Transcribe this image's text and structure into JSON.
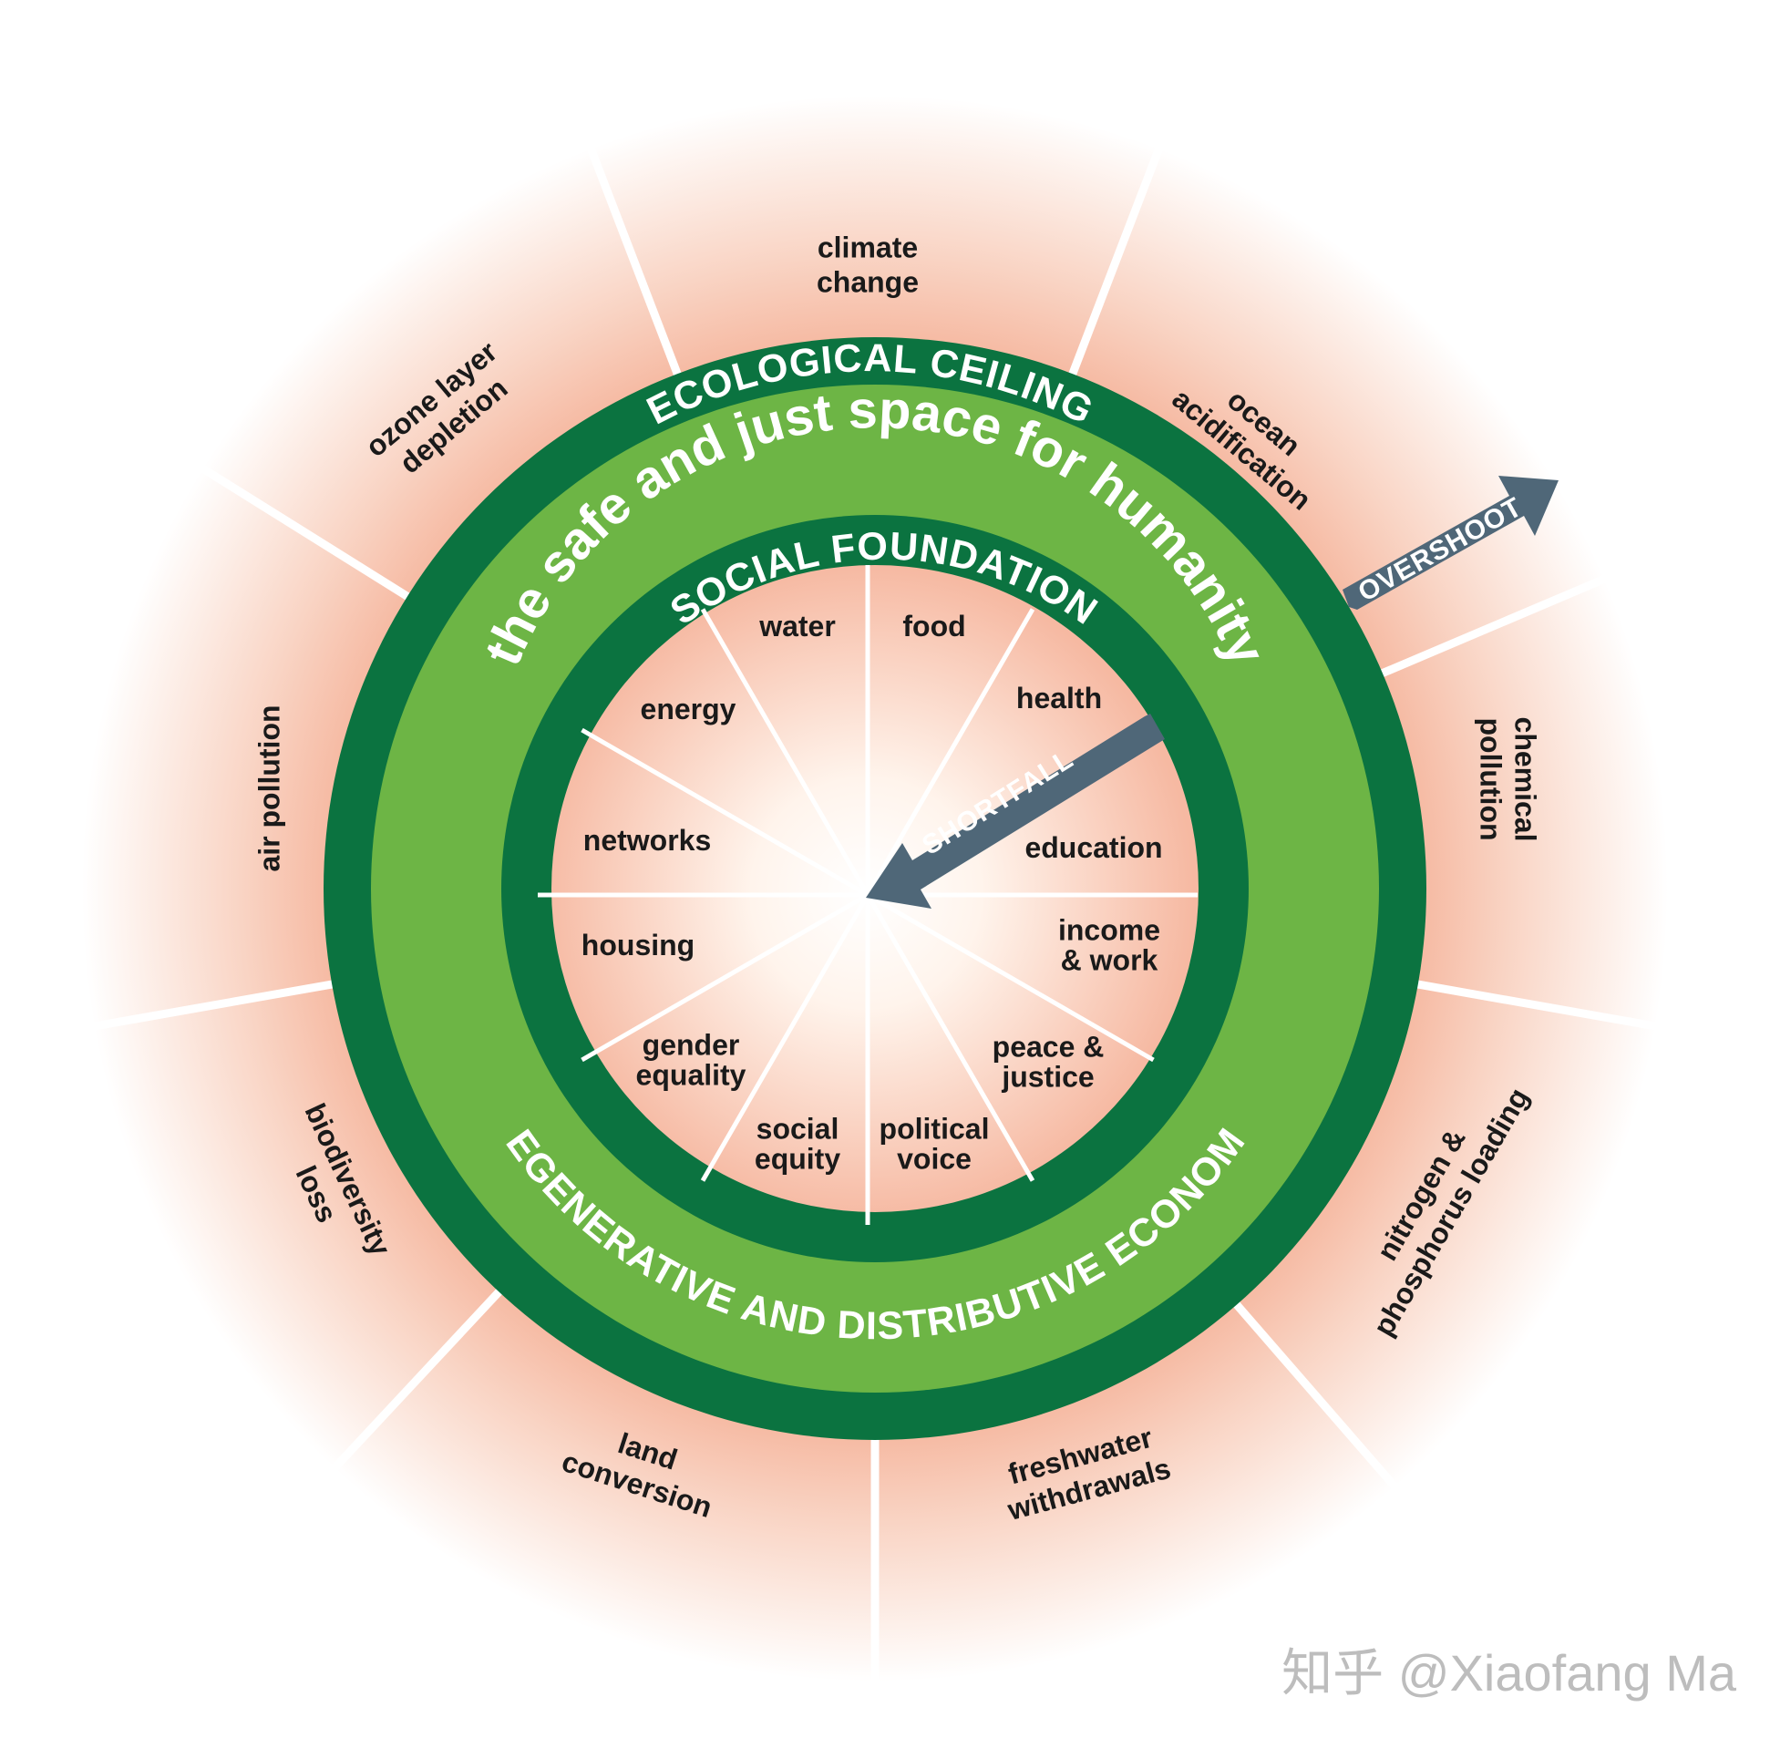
{
  "diagram": {
    "rings": {
      "ecological_ceiling": "ECOLOGICAL CEILING",
      "safe_space": "the safe and just space for humanity",
      "social_foundation": "SOCIAL FOUNDATION",
      "economy": "REGENERATIVE AND DISTRIBUTIVE ECONOMY"
    },
    "arrows": {
      "overshoot": "OVERSHOOT",
      "shortfall": "SHORTFALL"
    },
    "ecological_ceiling_dimensions": [
      [
        "climate",
        "change"
      ],
      [
        "ocean",
        "acidification"
      ],
      [
        "chemical",
        "pollution"
      ],
      [
        "nitrogen &",
        "phosphorus loading"
      ],
      [
        "freshwater",
        "withdrawals"
      ],
      [
        "land",
        "conversion"
      ],
      [
        "biodiversity",
        "loss"
      ],
      [
        "air pollution"
      ],
      [
        "ozone layer",
        "depletion"
      ]
    ],
    "social_foundation_dimensions": [
      [
        "food"
      ],
      [
        "health"
      ],
      [
        "education"
      ],
      [
        "income",
        "& work"
      ],
      [
        "peace &",
        "justice"
      ],
      [
        "political",
        "voice"
      ],
      [
        "social",
        "equity"
      ],
      [
        "gender",
        "equality"
      ],
      [
        "housing"
      ],
      [
        "networks"
      ],
      [
        "energy"
      ],
      [
        "water"
      ]
    ],
    "colors": {
      "dark_green": "#0b7340",
      "light_green": "#6db545",
      "overshoot_pink": "#f4b9a0",
      "arrow_slate": "#4f6778",
      "text": "#1a1a1a"
    }
  },
  "watermark": "知乎 @Xiaofang Ma"
}
